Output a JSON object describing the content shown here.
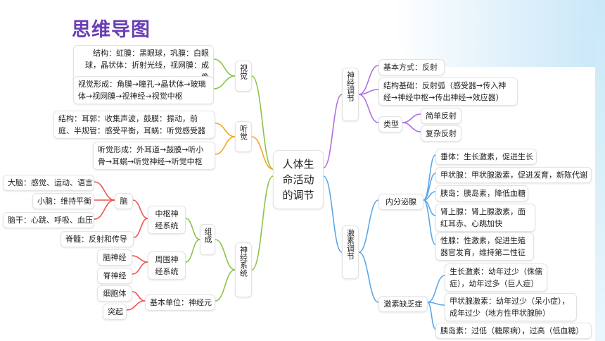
{
  "title": "思维导图",
  "nodes": {
    "center": "人体生命活动的调节",
    "vision": "视觉",
    "vision_structure": "结构：虹膜：黑眼球，巩膜：白眼球，晶状体：折射光线，视网膜：成像",
    "vision_formation": "视觉形成：角膜→瞳孔→晶状体→玻璃体→视网膜→视神经→视觉中枢",
    "hearing": "听觉",
    "hearing_structure": "结构：耳郭：收集声波，鼓膜：振动，前庭、半规管：感受平衡，耳蜗：听觉感受器",
    "hearing_formation": "听觉形成：外耳道→鼓膜→听小骨→耳蜗→听觉神经→听觉中枢",
    "nervous_system": "神经系统",
    "composition": "组成",
    "cns": "中枢神经系统",
    "brain": "脑",
    "cerebrum": "大脑：感觉、运动、语言",
    "cerebellum": "小脑：维持平衡",
    "brainstem": "脑干：心跳、呼吸、血压",
    "spinal_cord": "脊髓：反射和传导",
    "pns": "周围神经系统",
    "cranial_nerve": "脑神经",
    "spinal_nerve": "脊神经",
    "basic_unit": "基本单位：神经元",
    "cell_body": "细胞体",
    "process": "突起",
    "neural_regulation": "神经调节",
    "basic_mode": "基本方式：反射",
    "structural_basis": "结构基础：反射弧（感受器→传入神经→神经中枢→传出神经→效应器）",
    "types": "类型",
    "simple_reflex": "简单反射",
    "complex_reflex": "复杂反射",
    "hormone_regulation": "激素调节",
    "endocrine": "内分泌腺",
    "pituitary": "垂体：生长激素，促进生长",
    "thyroid": "甲状腺：甲状腺激素，促进发育，新陈代谢",
    "pancreas_islet": "胰岛：胰岛素，降低血糖",
    "adrenal": "肾上腺：肾上腺激素，面红耳赤、心跳加快",
    "gonad": "性腺：性激素，促进生殖器官发育，维持第二性征",
    "deficiency": "激素缺乏症",
    "growth_hormone": "生长激素：幼年过少（侏儒症），幼年过多（巨人症）",
    "thyroid_hormone": "甲状腺激素：幼年过少（呆小症），成年过少（地方性甲状腺肿）",
    "insulin": "胰岛素：过低（糖尿病），过高（低血糖）"
  },
  "colors": {
    "title": "#6a3fb5",
    "vision_branch": "#8bc34a",
    "hearing_branch": "#f5a623",
    "nervous_branch": "#8bc34a",
    "neural_branch": "#b06fe0",
    "hormone_branch": "#5aa7e8",
    "brain_branch": "#ef5350"
  }
}
